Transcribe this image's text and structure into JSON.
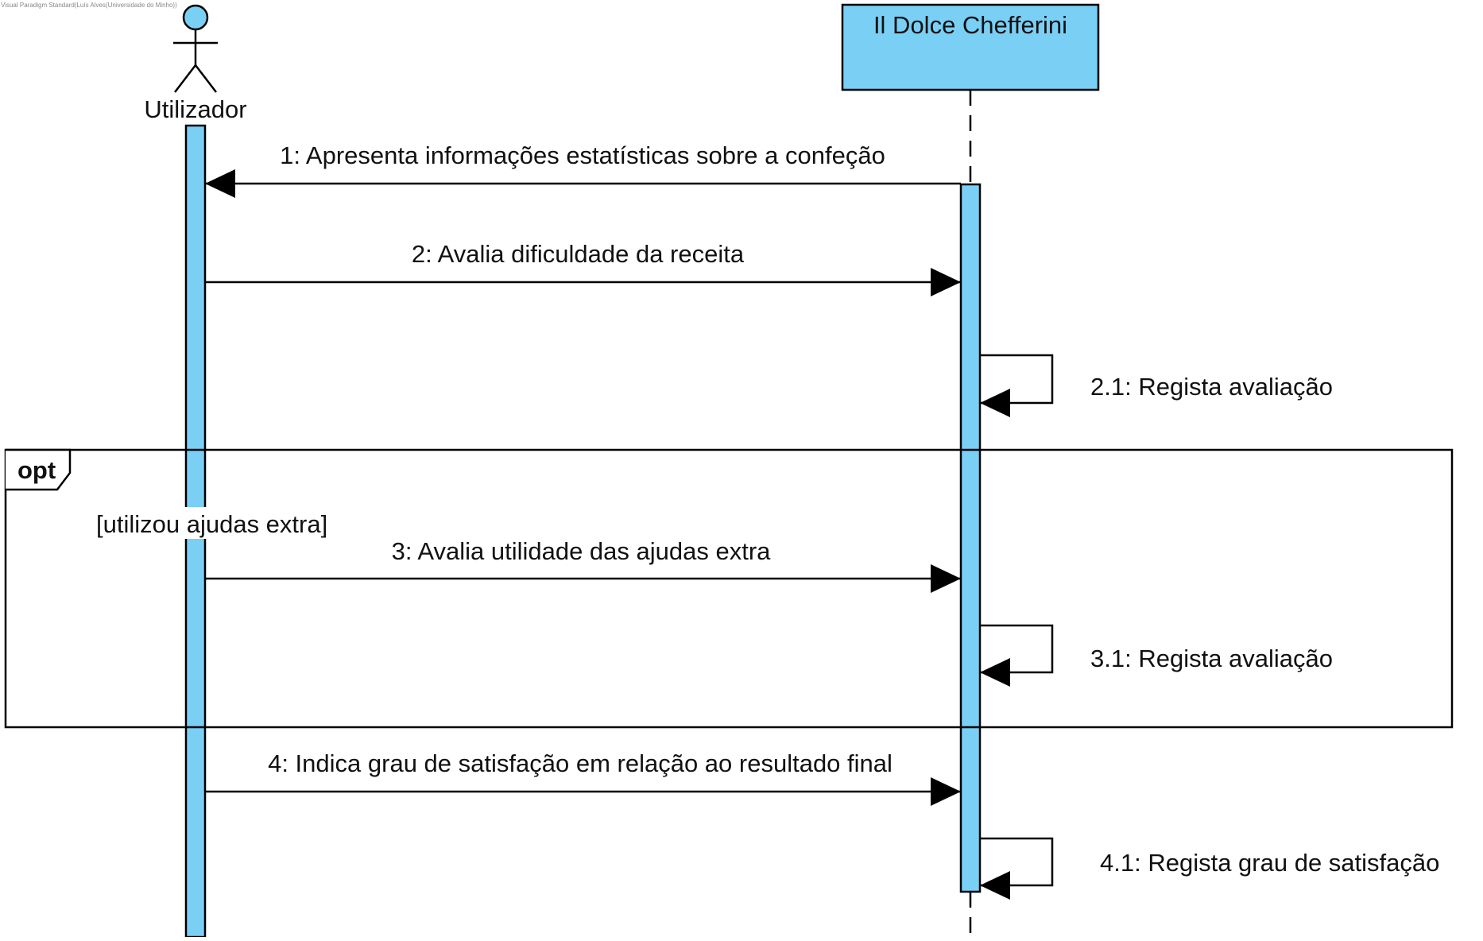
{
  "watermark": "Visual Paradigm Standard(Luís Alves(Universidade do Minho))",
  "colors": {
    "fill": "#7ACFF5",
    "stroke": "#000000"
  },
  "actor": {
    "name": "Utilizador"
  },
  "system": {
    "name": "Il Dolce Chefferini"
  },
  "fragment": {
    "operator": "opt",
    "guard": "[utilizou ajudas extra]"
  },
  "messages": {
    "m1": "1: Apresenta informações estatísticas sobre a confeção",
    "m2": "2: Avalia dificuldade da receita",
    "m21": "2.1: Regista avaliação",
    "m3": "3: Avalia utilidade das ajudas extra",
    "m31": "3.1: Regista avaliação",
    "m4": "4: Indica grau de satisfação em relação ao resultado final",
    "m41": "4.1: Regista grau de satisfação"
  }
}
